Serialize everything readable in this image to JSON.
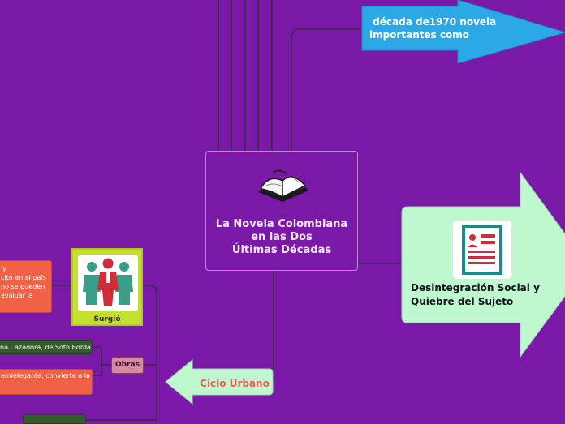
{
  "central": {
    "title_lines": [
      "La Novela Colombiana",
      "en las Dos",
      "Últimas Décadas"
    ],
    "icon": "open-book-icon"
  },
  "top_arrow": {
    "lines": [
      " década de1970 novela",
      "importantes como"
    ],
    "color": "#2ba9e6"
  },
  "right_arrow": {
    "lines": [
      "Desintegración Social y",
      "Quiebre del Sujeto"
    ],
    "color": "#bff7cf",
    "icon": "document-list-icon"
  },
  "left_arrow": {
    "label": "Ciclo Urbano",
    "color": "#bff7cf"
  },
  "surgio": {
    "label": "Surgió",
    "icon": "people-group-icon",
    "color": "#c2e02d"
  },
  "surgio_note": {
    "lines": [
      "y",
      "citó en el país",
      "no se pueden",
      "evaluar la"
    ]
  },
  "obras": {
    "label": "Obras"
  },
  "obras_notes": [
    {
      "text": "na Cazadora, de Soto Borda"
    },
    {
      "text": "emielegante, convierte a la"
    },
    {
      "text": ""
    }
  ],
  "colors": {
    "background": "#7a19a8",
    "connector": "#3b2a4a",
    "note_red": "#f16146",
    "note_green": "#355a2e"
  }
}
